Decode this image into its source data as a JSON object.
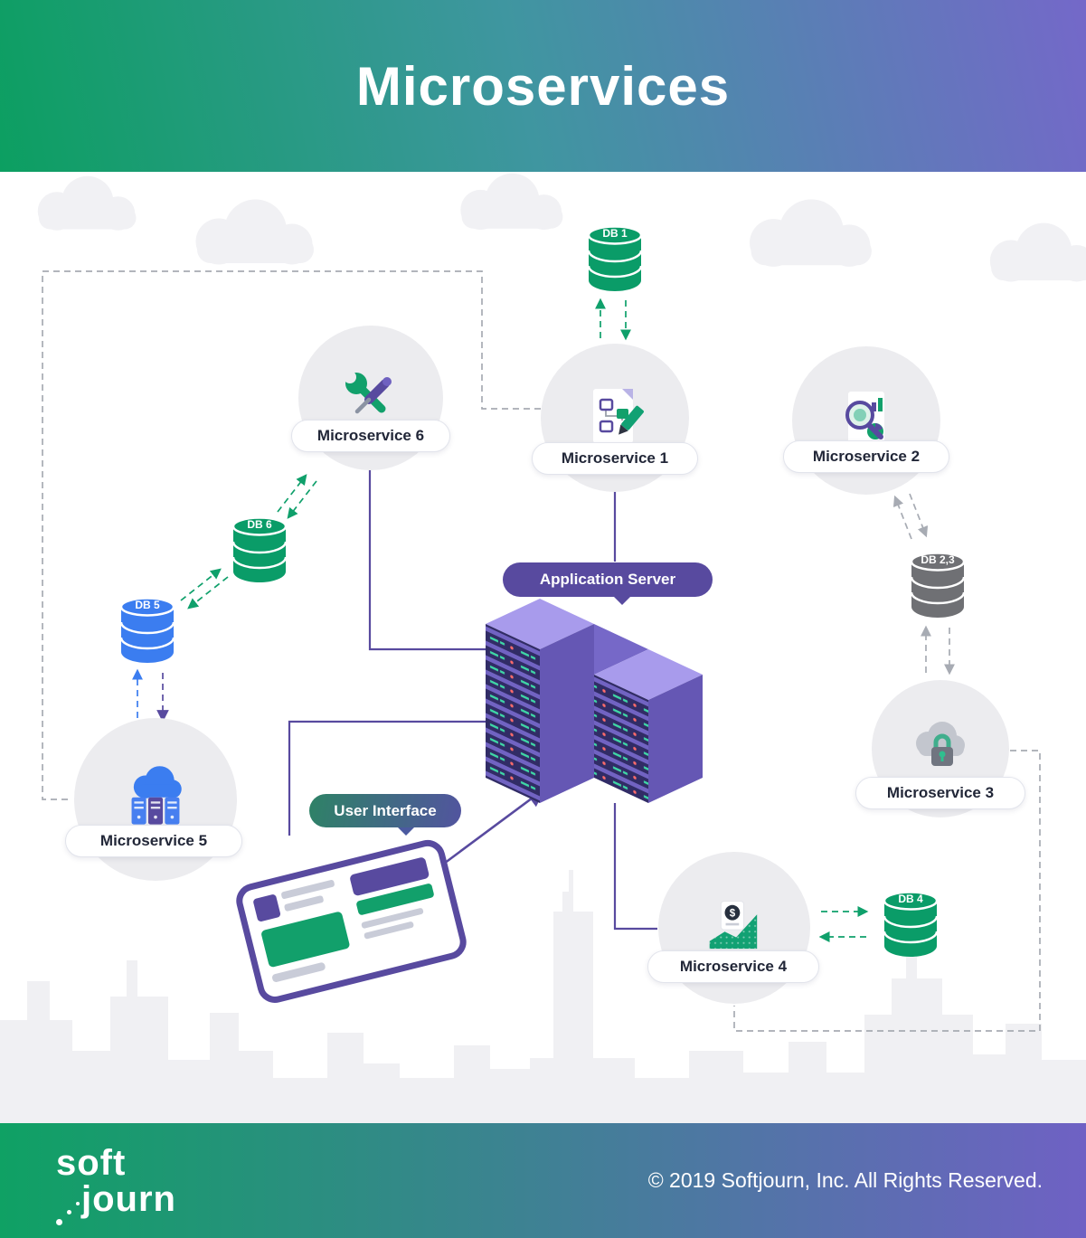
{
  "header": {
    "title": "Microservices"
  },
  "diagram": {
    "app_server_label": "Application Server",
    "user_interface_label": "User Interface"
  },
  "microservices": [
    {
      "label": "Microservice 1",
      "icon": "flowchart-pencil-icon"
    },
    {
      "label": "Microservice 2",
      "icon": "magnifier-report-icon"
    },
    {
      "label": "Microservice 3",
      "icon": "cloud-lock-icon"
    },
    {
      "label": "Microservice 4",
      "icon": "finance-growth-icon"
    },
    {
      "label": "Microservice 5",
      "icon": "cloud-server-icon"
    },
    {
      "label": "Microservice 6",
      "icon": "tools-icon"
    }
  ],
  "databases": [
    {
      "label": "DB 1",
      "color": "#0a9c68"
    },
    {
      "label": "DB 2,3",
      "color": "#6f7074"
    },
    {
      "label": "DB 4",
      "color": "#0a9c68"
    },
    {
      "label": "DB 5",
      "color": "#3b7df0"
    },
    {
      "label": "DB 6",
      "color": "#0a9c68"
    }
  ],
  "icon_glyphs": {
    "dollar": "$"
  },
  "footer": {
    "logo_top": "soft",
    "logo_bottom": "journ",
    "copyright": "© 2019 Softjourn, Inc. All Rights Reserved."
  },
  "colors": {
    "purple": "#584a9f",
    "green": "#0fa06b",
    "blue": "#3b7df0",
    "gray_dash": "#a7abb3",
    "circle_bg": "#ececef",
    "header_gradient_start": "#0c9f61",
    "header_gradient_end": "#7468c9"
  }
}
